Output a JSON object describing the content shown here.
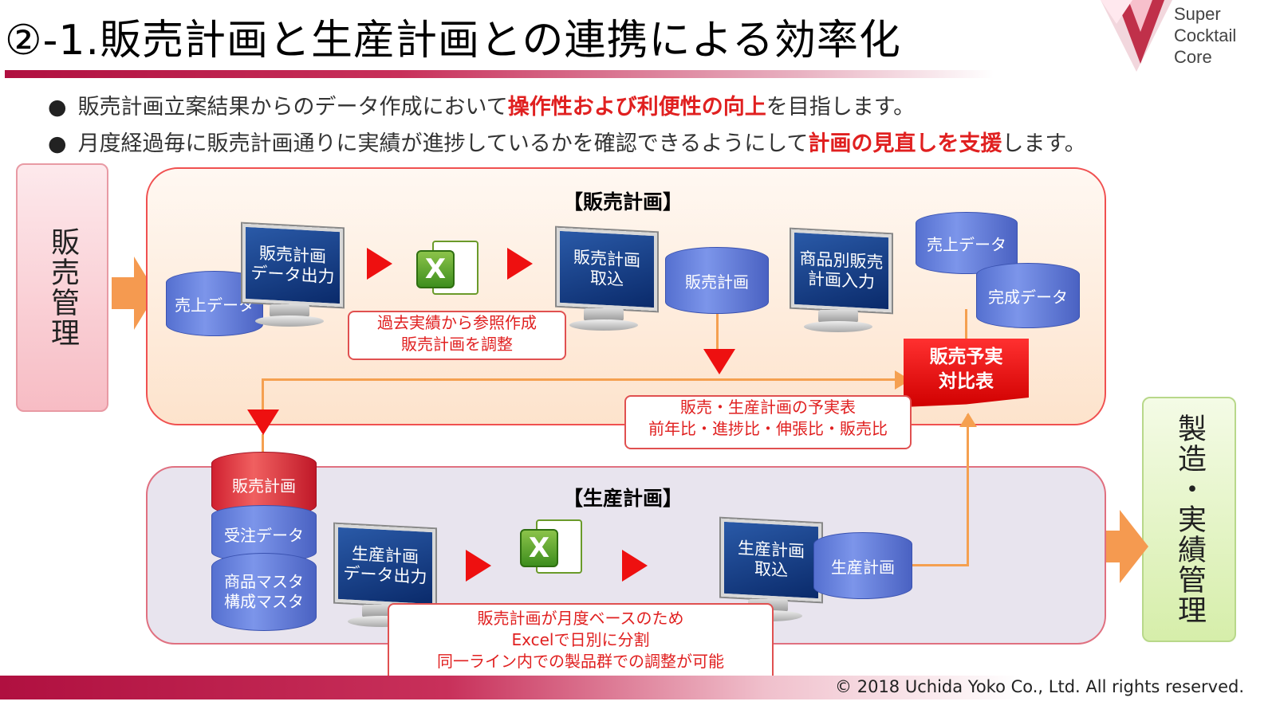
{
  "title": "②-1.販売計画と生産計画との連携による効率化",
  "logo": {
    "line1": "Super",
    "line2": "Cocktail",
    "line3": "Core"
  },
  "bullets": [
    {
      "pre": "販売計画立案結果からのデータ作成において",
      "hl": "操作性および利便性の向上",
      "post": "を目指します。"
    },
    {
      "pre": "月度経過毎に販売計画通りに実績が進捗しているかを確認できるようにして",
      "hl": "計画の見直しを支援",
      "post": "します。"
    }
  ],
  "side_left": "販売管理",
  "side_right": "製造・実績管理",
  "sales": {
    "label": "【販売計画】",
    "db_sales_data": "売上データ",
    "monitor_export": [
      "販売計画",
      "データ出力"
    ],
    "callout_excel": [
      "過去実績から参照作成",
      "販売計画を調整"
    ],
    "monitor_import": [
      "販売計画",
      "取込"
    ],
    "db_sales_plan": "販売計画",
    "monitor_product": [
      "商品別販売",
      "計画入力"
    ],
    "db_uriage": "売上データ",
    "db_kansei": "完成データ",
    "report": [
      "販売予実",
      "対比表"
    ],
    "callout_report": [
      "販売・生産計画の予実表",
      "前年比・進捗比・伸張比・販売比"
    ]
  },
  "prod": {
    "label": "【生産計画】",
    "stack": [
      "販売計画",
      "受注データ",
      "商品マスタ",
      "構成マスタ"
    ],
    "monitor_export": [
      "生産計画",
      "データ出力"
    ],
    "monitor_import": [
      "生産計画",
      "取込"
    ],
    "db_prod_plan": "生産計画",
    "callout": [
      "販売計画が月度ベースのため",
      "Excelで日別に分割",
      "同一ライン内での製品群での調整が可能"
    ]
  },
  "copyright": "© 2018 Uchida Yoko Co., Ltd. All rights reserved.",
  "colors": {
    "accent": "#e02020",
    "brand": "#b01040",
    "flow": "#f5a050"
  }
}
